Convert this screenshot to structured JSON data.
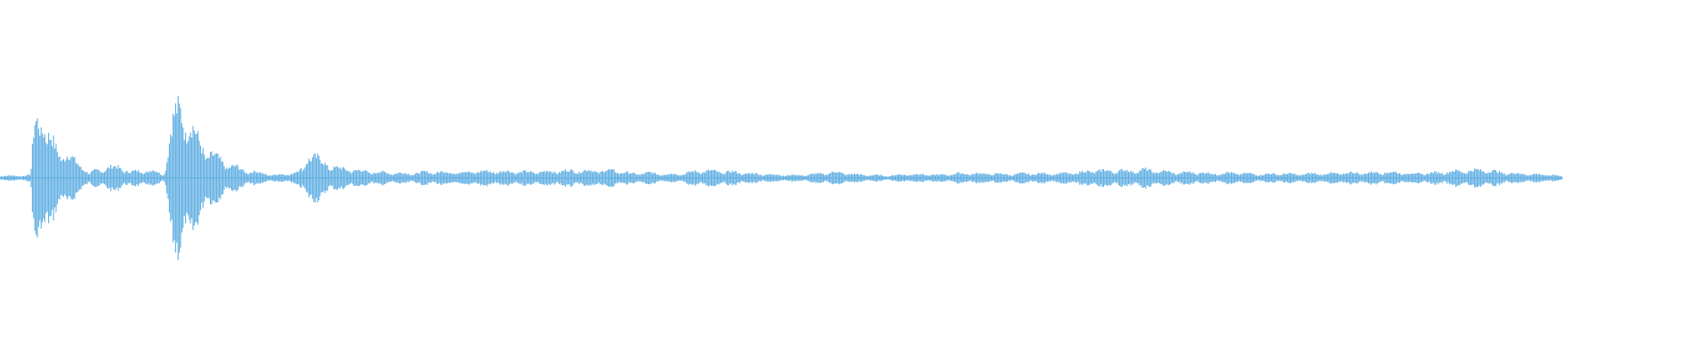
{
  "waveform": {
    "color": "#5dade2",
    "background": "#ffffff",
    "extent_fraction": 0.915,
    "envelope": [
      [
        0.0,
        0.03
      ],
      [
        0.01,
        0.03
      ],
      [
        0.018,
        0.04
      ],
      [
        0.02,
        0.7
      ],
      [
        0.023,
        0.95
      ],
      [
        0.025,
        0.9
      ],
      [
        0.027,
        0.55
      ],
      [
        0.03,
        0.5
      ],
      [
        0.033,
        0.4
      ],
      [
        0.036,
        0.35
      ],
      [
        0.04,
        0.3
      ],
      [
        0.044,
        0.22
      ],
      [
        0.048,
        0.18
      ],
      [
        0.052,
        0.05
      ],
      [
        0.056,
        0.1
      ],
      [
        0.063,
        0.14
      ],
      [
        0.07,
        0.15
      ],
      [
        0.076,
        0.08
      ],
      [
        0.083,
        0.1
      ],
      [
        0.09,
        0.1
      ],
      [
        0.096,
        0.04
      ],
      [
        0.1,
        0.65
      ],
      [
        0.103,
        0.85
      ],
      [
        0.106,
        0.95
      ],
      [
        0.109,
        0.85
      ],
      [
        0.112,
        0.7
      ],
      [
        0.116,
        0.5
      ],
      [
        0.12,
        0.38
      ],
      [
        0.124,
        0.32
      ],
      [
        0.128,
        0.25
      ],
      [
        0.133,
        0.18
      ],
      [
        0.138,
        0.15
      ],
      [
        0.143,
        0.1
      ],
      [
        0.15,
        0.08
      ],
      [
        0.16,
        0.04
      ],
      [
        0.17,
        0.06
      ],
      [
        0.178,
        0.12
      ],
      [
        0.181,
        0.38
      ],
      [
        0.184,
        0.3
      ],
      [
        0.188,
        0.22
      ],
      [
        0.192,
        0.18
      ],
      [
        0.196,
        0.15
      ],
      [
        0.2,
        0.12
      ],
      [
        0.205,
        0.12
      ],
      [
        0.21,
        0.1
      ],
      [
        0.22,
        0.08
      ],
      [
        0.23,
        0.07
      ],
      [
        0.24,
        0.06
      ],
      [
        0.25,
        0.08
      ],
      [
        0.26,
        0.08
      ],
      [
        0.27,
        0.08
      ],
      [
        0.28,
        0.09
      ],
      [
        0.29,
        0.09
      ],
      [
        0.3,
        0.09
      ],
      [
        0.31,
        0.08
      ],
      [
        0.32,
        0.09
      ],
      [
        0.335,
        0.1
      ],
      [
        0.34,
        0.1
      ],
      [
        0.35,
        0.1
      ],
      [
        0.36,
        0.1
      ],
      [
        0.37,
        0.06
      ],
      [
        0.38,
        0.07
      ],
      [
        0.39,
        0.05
      ],
      [
        0.4,
        0.06
      ],
      [
        0.41,
        0.1
      ],
      [
        0.42,
        0.09
      ],
      [
        0.43,
        0.08
      ],
      [
        0.44,
        0.06
      ],
      [
        0.45,
        0.05
      ],
      [
        0.46,
        0.04
      ],
      [
        0.47,
        0.04
      ],
      [
        0.48,
        0.06
      ],
      [
        0.49,
        0.08
      ],
      [
        0.5,
        0.05
      ],
      [
        0.51,
        0.04
      ],
      [
        0.52,
        0.03
      ],
      [
        0.53,
        0.05
      ],
      [
        0.54,
        0.05
      ],
      [
        0.55,
        0.04
      ],
      [
        0.56,
        0.06
      ],
      [
        0.57,
        0.06
      ],
      [
        0.58,
        0.06
      ],
      [
        0.59,
        0.05
      ],
      [
        0.6,
        0.06
      ],
      [
        0.61,
        0.06
      ],
      [
        0.62,
        0.06
      ],
      [
        0.63,
        0.07
      ],
      [
        0.64,
        0.1
      ],
      [
        0.65,
        0.1
      ],
      [
        0.66,
        0.1
      ],
      [
        0.67,
        0.11
      ],
      [
        0.68,
        0.09
      ],
      [
        0.69,
        0.07
      ],
      [
        0.7,
        0.08
      ],
      [
        0.71,
        0.06
      ],
      [
        0.72,
        0.07
      ],
      [
        0.73,
        0.06
      ],
      [
        0.74,
        0.05
      ],
      [
        0.75,
        0.06
      ],
      [
        0.76,
        0.05
      ],
      [
        0.77,
        0.06
      ],
      [
        0.78,
        0.06
      ],
      [
        0.79,
        0.07
      ],
      [
        0.8,
        0.07
      ],
      [
        0.81,
        0.08
      ],
      [
        0.82,
        0.07
      ],
      [
        0.83,
        0.06
      ],
      [
        0.84,
        0.07
      ],
      [
        0.85,
        0.09
      ],
      [
        0.86,
        0.1
      ],
      [
        0.87,
        0.11
      ],
      [
        0.88,
        0.07
      ],
      [
        0.89,
        0.06
      ],
      [
        0.9,
        0.05
      ],
      [
        0.91,
        0.04
      ],
      [
        0.915,
        0.02
      ]
    ],
    "pulses_per_unit": 260
  }
}
